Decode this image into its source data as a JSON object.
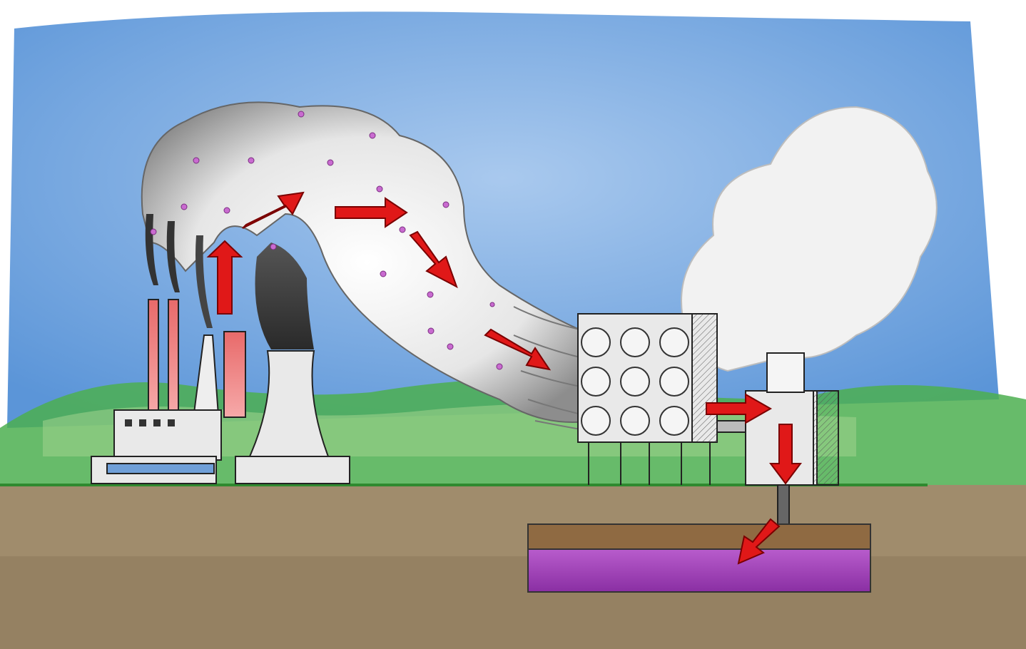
{
  "colors": {
    "sky": "#5b95d8",
    "sky_light": "#a9c9ee",
    "hills": "#4caf50",
    "hills_light": "#9bd08b",
    "ground": "#a08c6c",
    "ground_dark": "#8a7658",
    "grass_line": "#2f8a2f",
    "smoke_dark": "#3f3f3f",
    "smoke_mid": "#8d8d8d",
    "smoke_light": "#e6e6e6",
    "co2_particle": "#c96bd0",
    "arrow": "#e01818",
    "chimney_red": "#e86a6a",
    "building": "#e9e9e9",
    "building_stroke": "#222222",
    "window_blue": "#6f9fd8",
    "storage_purple": "#a245b8",
    "soil_brown": "#8f6a42"
  },
  "icons": {
    "flow_arrow": "arrow-icon",
    "fan": "fan-icon",
    "co2_particle": "particle-icon"
  },
  "diagram": {
    "stages": [
      "power-plant-emissions",
      "air-transport",
      "direct-air-capture-unit",
      "processing-facility",
      "underground-storage"
    ]
  }
}
